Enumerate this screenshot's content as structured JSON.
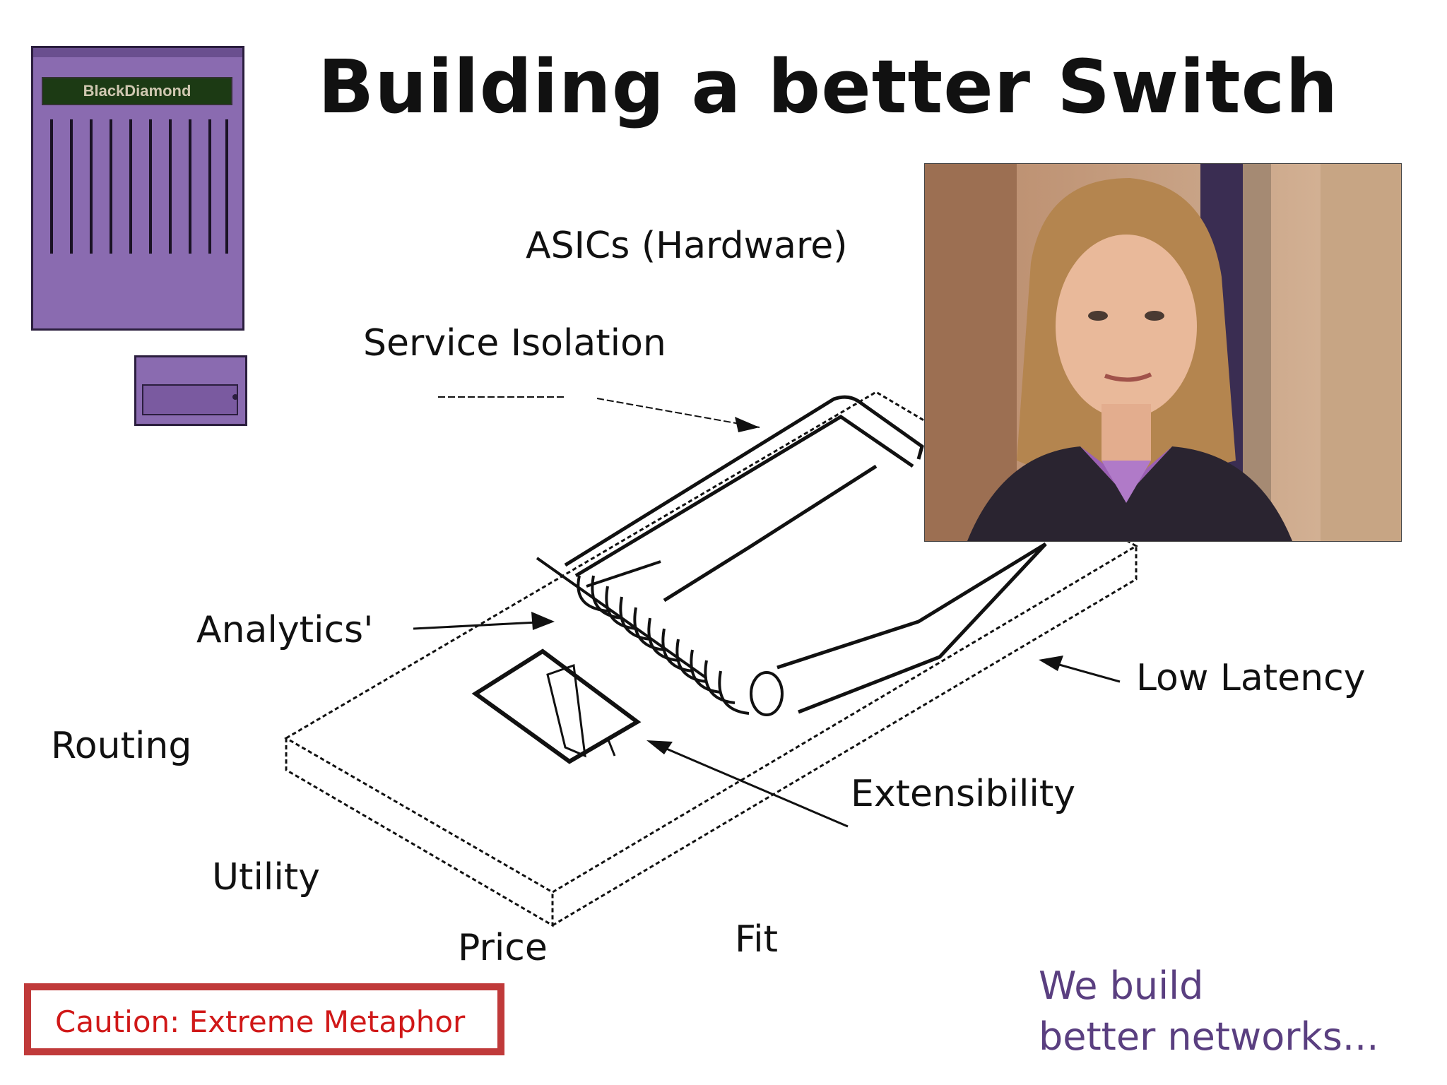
{
  "slide": {
    "title": "Building a better Switch",
    "brand_text": "BlackDiamond",
    "labels": {
      "asics": "ASICs (Hardware)",
      "service_isolation": "Service Isolation",
      "analytics": "Analytics'",
      "low_latency": "Low Latency",
      "routing": "Routing",
      "extensibility": "Extensibility",
      "utility": "Utility",
      "price": "Price",
      "fit": "Fit"
    },
    "caution": "Caution: Extreme Metaphor",
    "tagline_line1": "We build",
    "tagline_line2": "better networks..."
  },
  "colors": {
    "purple_device": "#8a6bb0",
    "caution_red": "#d01818",
    "tagline_purple": "#5a3f80"
  },
  "icons": [
    "switch-chassis-icon",
    "small-switch-icon",
    "mousetrap-illustration",
    "presenter-video"
  ]
}
